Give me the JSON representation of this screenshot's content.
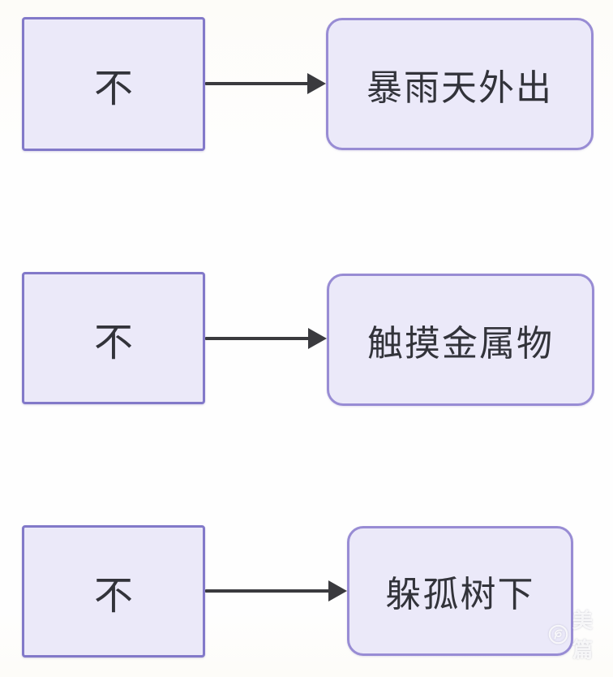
{
  "diagram": {
    "background_color": "#fdfcf8",
    "box_fill_color": "#ebe9f9",
    "left_box_border_color": "#8279c9",
    "right_box_border_color": "#988cd4",
    "arrow_color": "#3a3a3e",
    "text_color": "#32333a",
    "rows": [
      {
        "left_label": "不",
        "right_label": "暴雨天外出"
      },
      {
        "left_label": "不",
        "right_label": "触摸金属物"
      },
      {
        "left_label": "不",
        "right_label": "躲孤树下"
      }
    ]
  },
  "watermark": {
    "icon": "meipian-logo-icon",
    "text": "美篇"
  }
}
